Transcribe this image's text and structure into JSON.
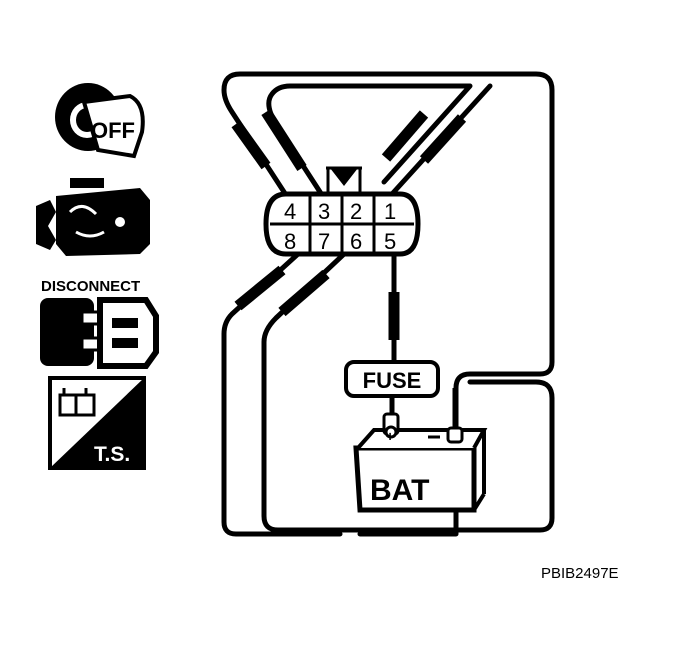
{
  "icons": {
    "ignition_key_text": "OFF",
    "disconnect_label": "DISCONNECT",
    "ts_label": "T.S."
  },
  "connector": {
    "top_pins": [
      "4",
      "3",
      "2",
      "1"
    ],
    "bottom_pins": [
      "8",
      "7",
      "6",
      "5"
    ]
  },
  "fuse_label": "FUSE",
  "battery_label": "BAT",
  "figure_code": "PBIB2497E",
  "colors": {
    "ink": "#000000",
    "background": "#ffffff"
  }
}
